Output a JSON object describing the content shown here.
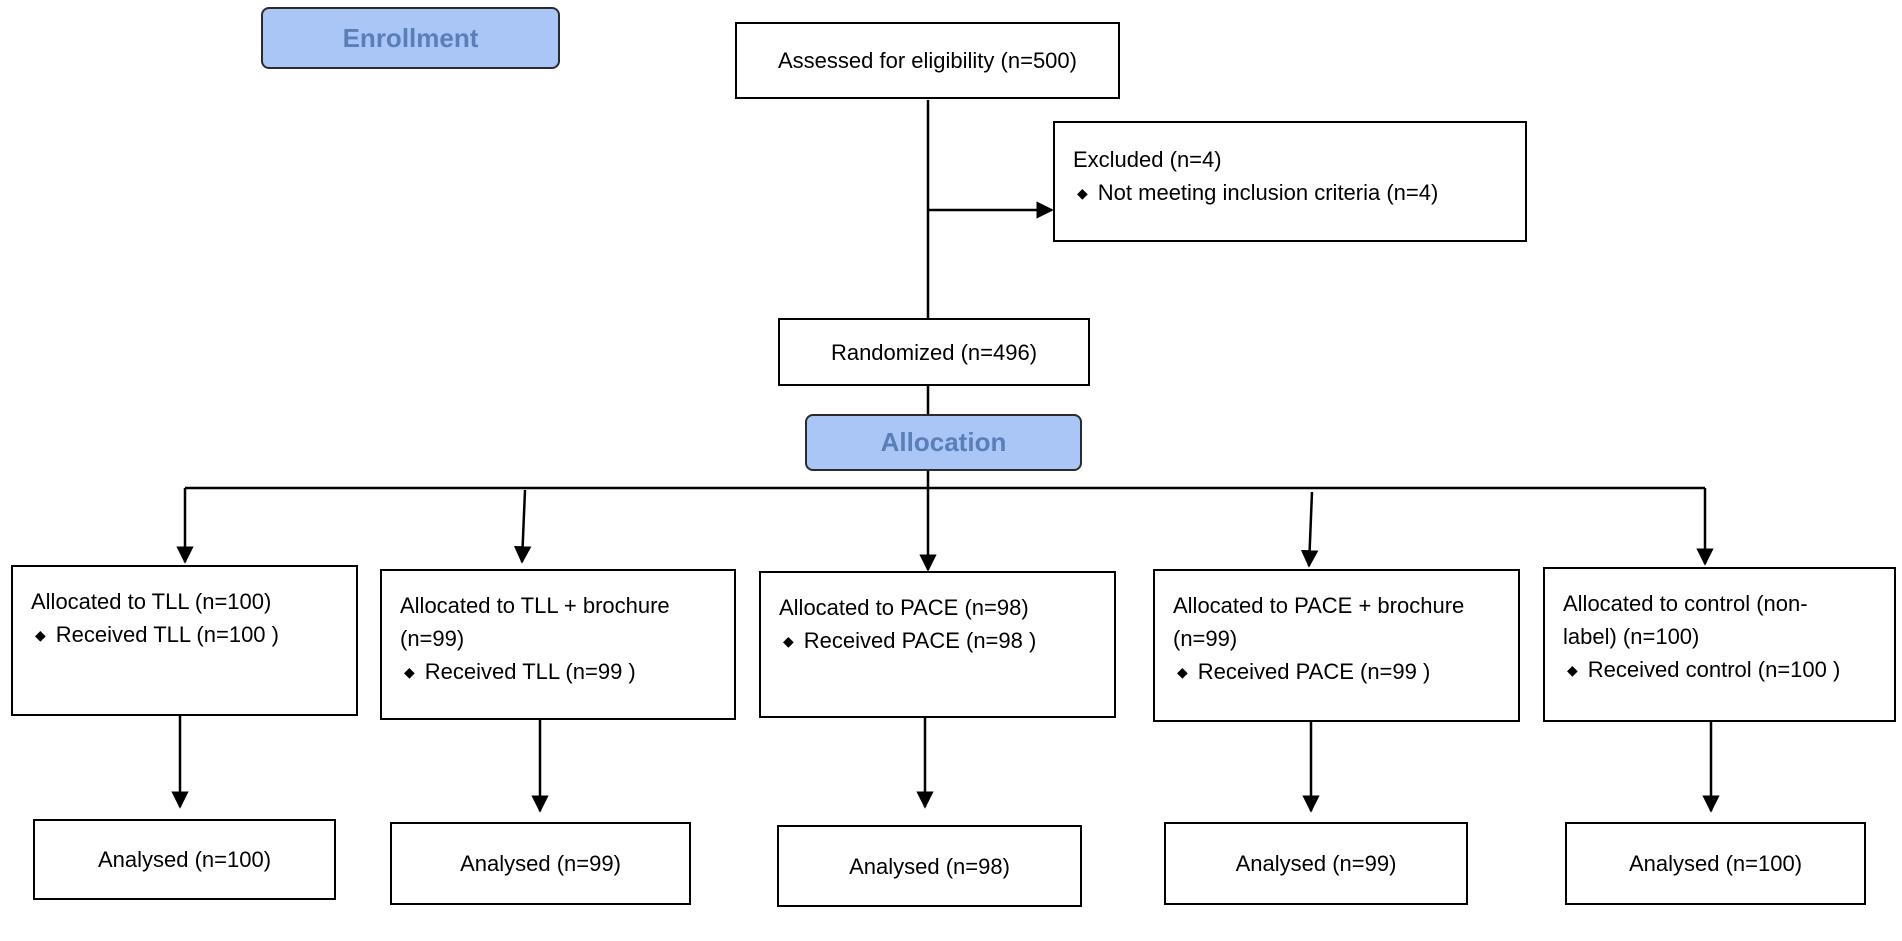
{
  "stages": {
    "enrollment": "Enrollment",
    "allocation": "Allocation"
  },
  "assessed": "Assessed for eligibility (n=500)",
  "excluded": {
    "title": "Excluded (n=4)",
    "reason": "Not meeting inclusion criteria (n=4)"
  },
  "randomized": "Randomized (n=496)",
  "arms": [
    {
      "lines": [
        "Allocated to TLL (n=100)"
      ],
      "received": "Received TLL (n=100  )",
      "analysed": "Analysed (n=100)"
    },
    {
      "lines": [
        "Allocated to TLL + brochure",
        "(n=99)"
      ],
      "received": "Received TLL (n=99  )",
      "analysed": "Analysed (n=99)"
    },
    {
      "lines": [
        "Allocated to PACE (n=98)"
      ],
      "received": "Received PACE (n=98  )",
      "analysed": "Analysed (n=98)"
    },
    {
      "lines": [
        "Allocated to PACE + brochure",
        "(n=99)"
      ],
      "received": "Received PACE (n=99  )",
      "analysed": "Analysed (n=99)"
    },
    {
      "lines": [
        "Allocated to control (non-",
        "label) (n=100)"
      ],
      "received": "Received control (n=100  )",
      "analysed": "Analysed (n=100)"
    }
  ]
}
